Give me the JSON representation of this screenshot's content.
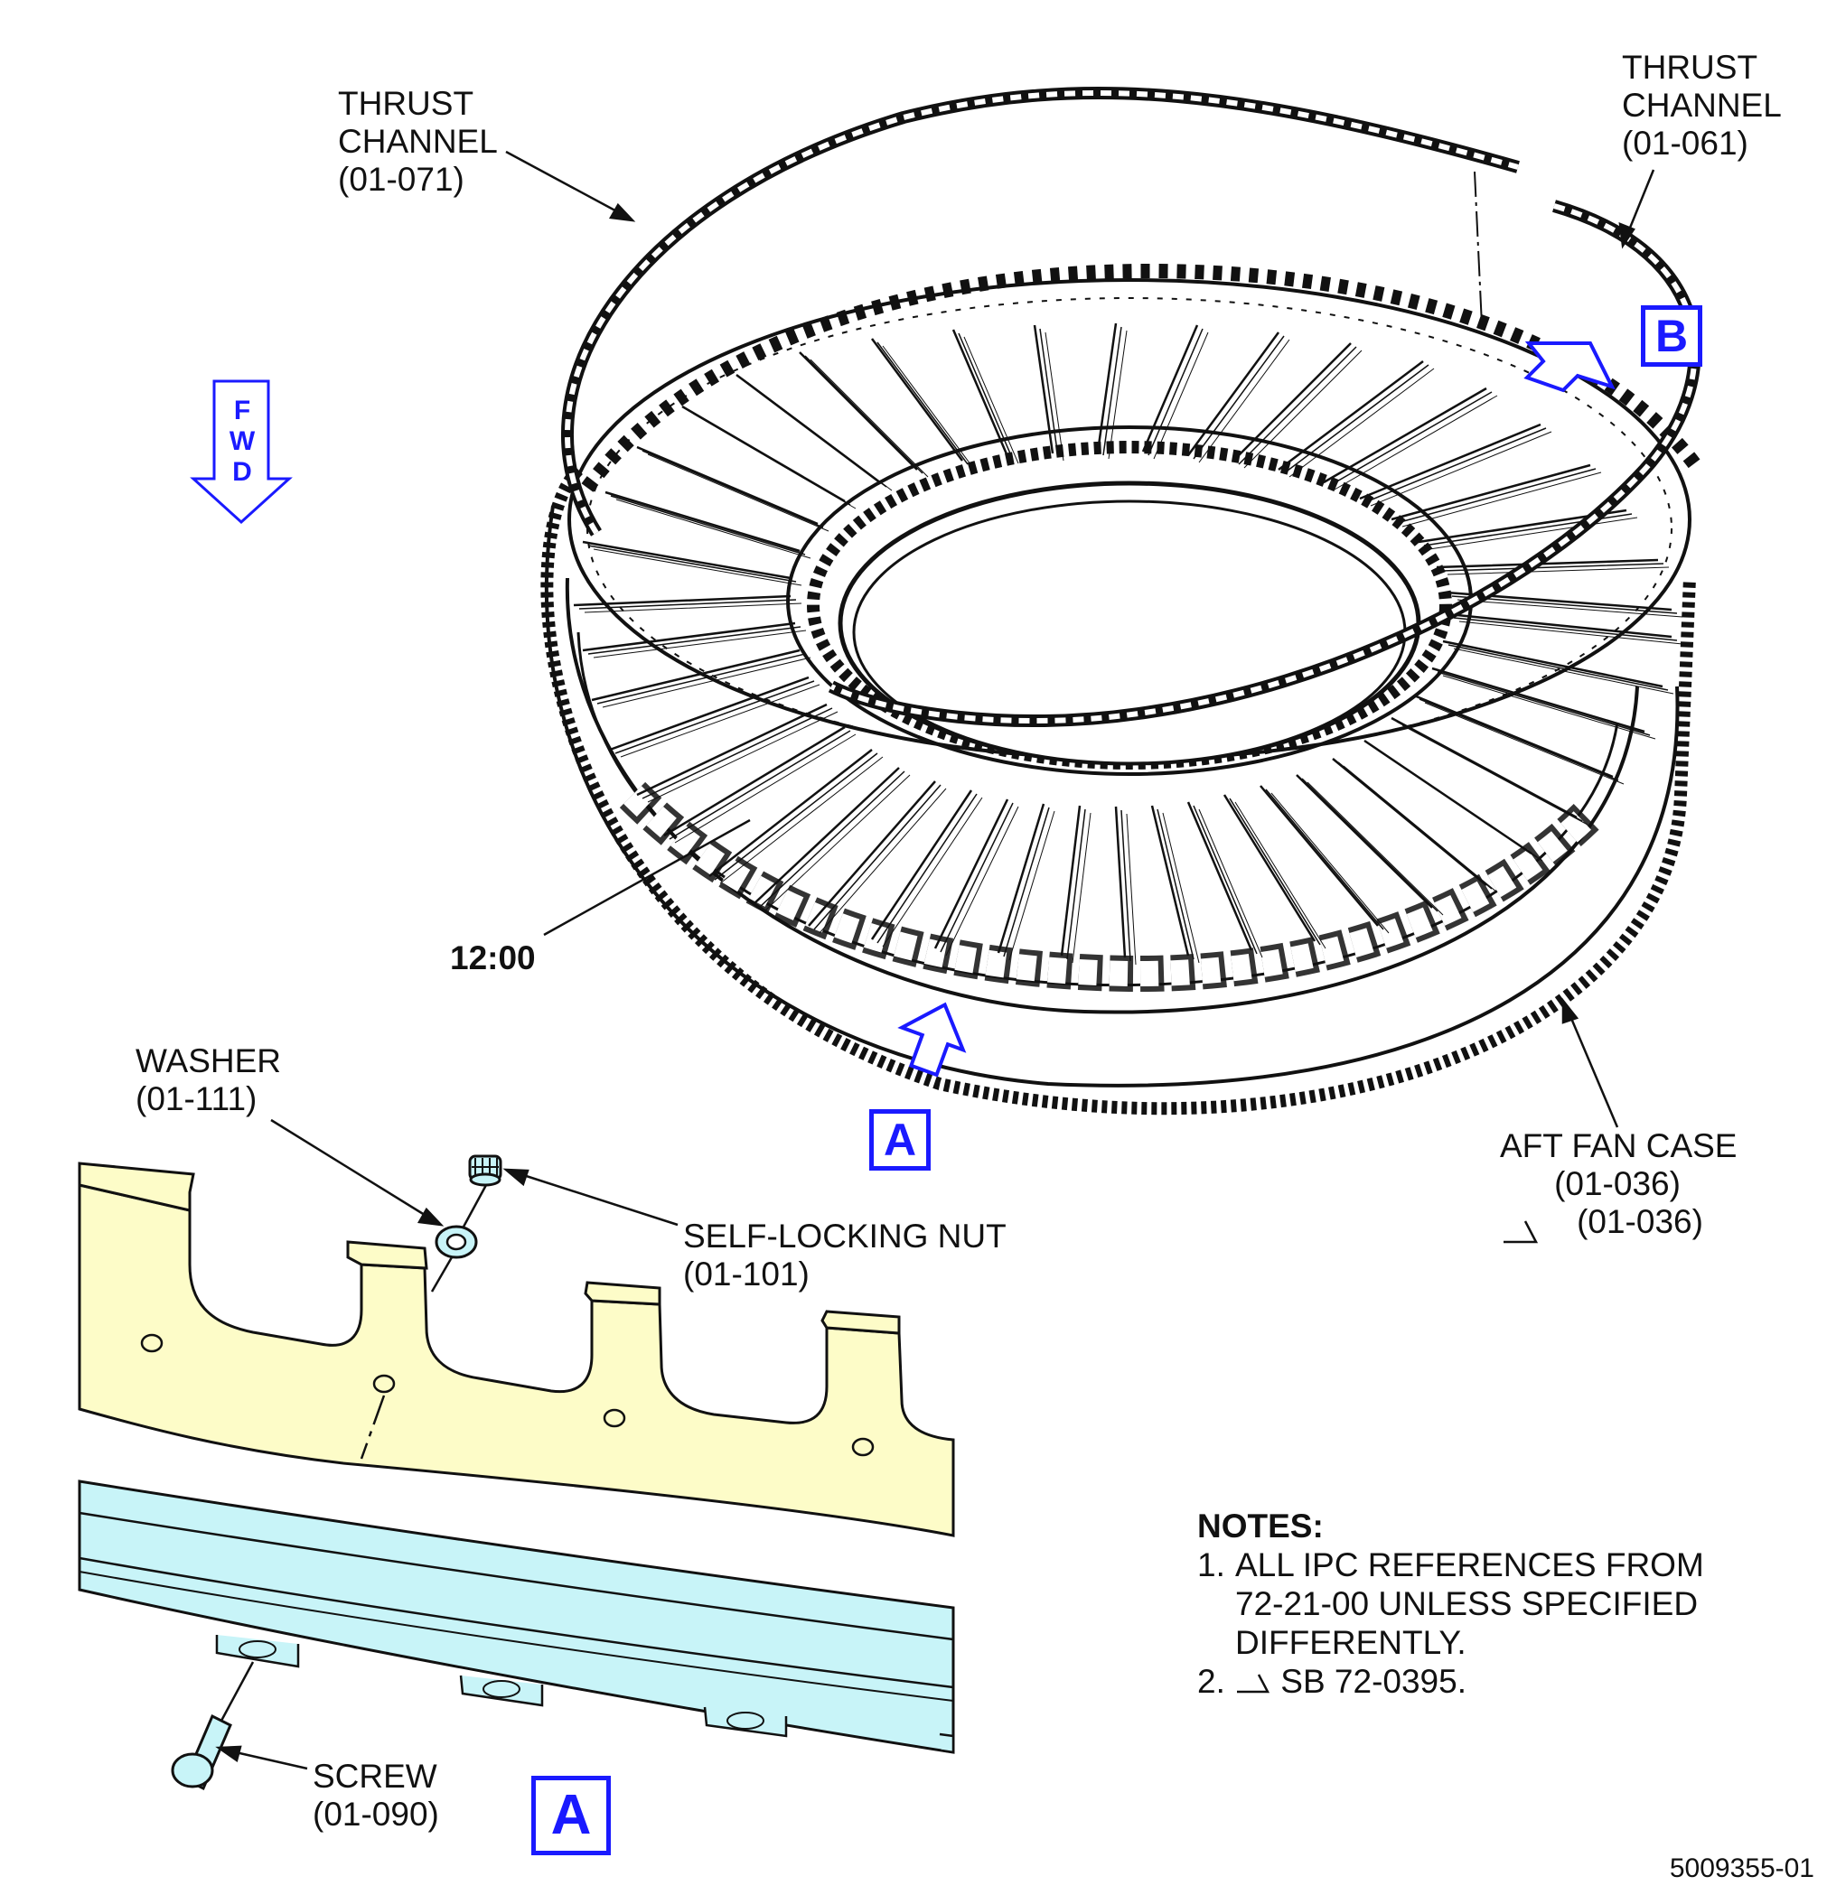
{
  "labels": {
    "thrust_channel_left": [
      "THRUST",
      "CHANNEL",
      "(01-071)"
    ],
    "thrust_channel_right": [
      "THRUST",
      "CHANNEL",
      "(01-061)"
    ],
    "clock_position": "12:00",
    "washer": [
      "WASHER",
      "(01-111)"
    ],
    "self_locking_nut": [
      "SELF-LOCKING NUT",
      "(01-101)"
    ],
    "aft_fan_case": [
      "AFT FAN CASE",
      "(01-036)",
      "(01-036)"
    ],
    "screw": [
      "SCREW",
      "(01-090)"
    ]
  },
  "view_markers": {
    "view_a": "A",
    "view_b": "B",
    "detail_a": "A"
  },
  "fwd_arrow": [
    "F",
    "W",
    "D"
  ],
  "notes": {
    "heading": "NOTES:",
    "items": [
      {
        "num": "1.",
        "lines": [
          "ALL IPC REFERENCES FROM",
          "72-21-00 UNLESS SPECIFIED",
          "DIFFERENTLY."
        ]
      },
      {
        "num": "2.",
        "text": "SB 72-0395."
      }
    ]
  },
  "document_id": "5009355-01",
  "colors": {
    "callout_blue": "#1a1aff",
    "flange_yellow": "#fdfcc8",
    "channel_cyan": "#c8f4f8",
    "line_black": "#111111"
  },
  "icons": [
    "fwd-arrow-icon",
    "view-arrow-icon",
    "sb-flag-icon"
  ]
}
